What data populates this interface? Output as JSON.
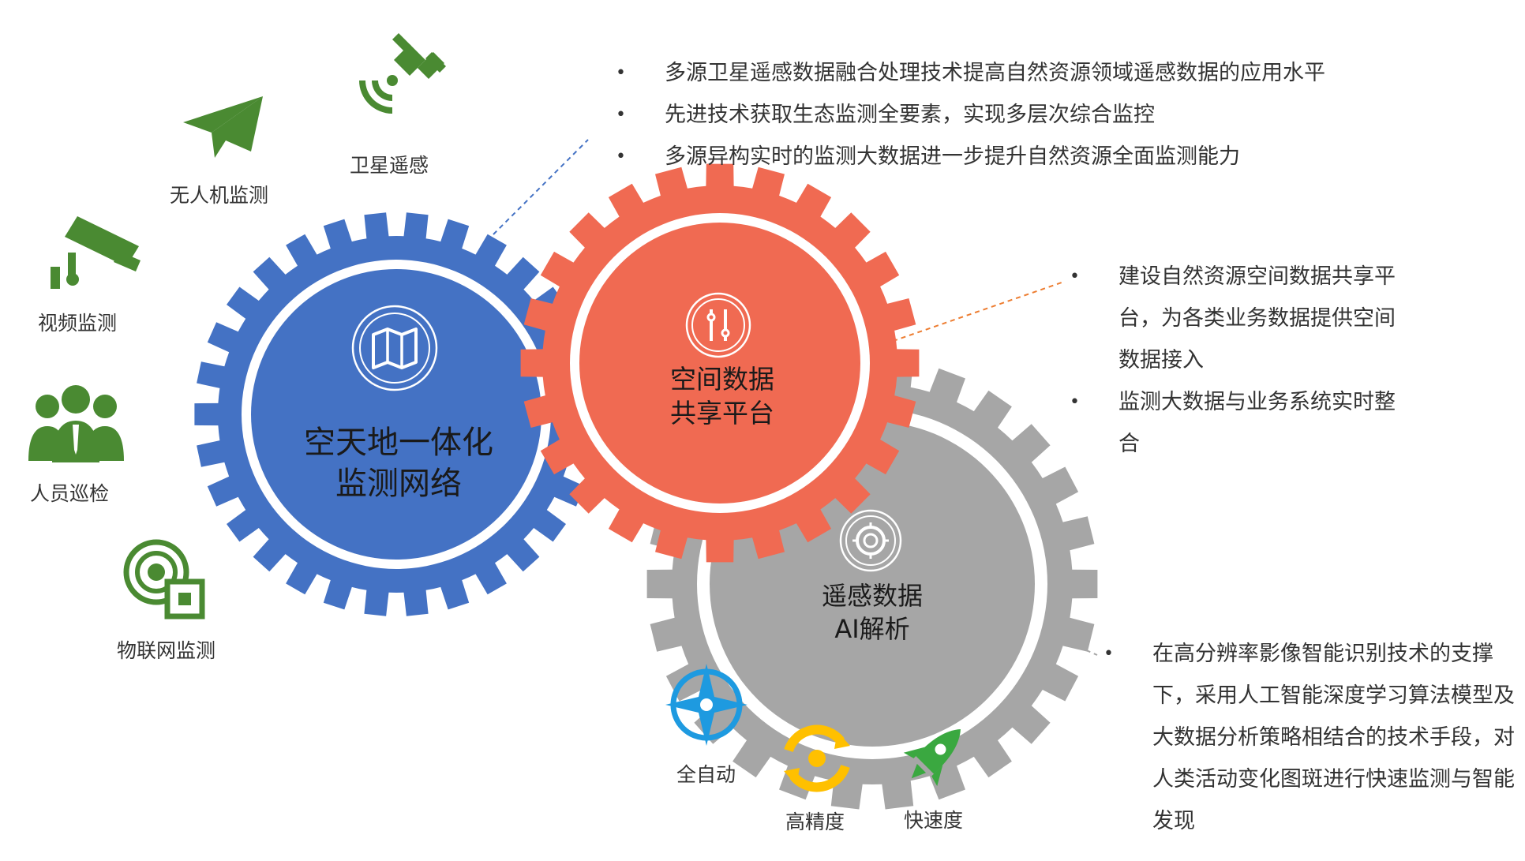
{
  "colors": {
    "green": "#4a8a32",
    "blue_gear": "#4472c4",
    "orange_gear": "#f06a52",
    "gray_gear": "#a6a6a6",
    "text": "#333333",
    "auto_icon": "#1e9ae0",
    "precision_icon": "#ffc000",
    "speed_icon": "#3aa840"
  },
  "sources": [
    {
      "label": "卫星遥感",
      "icon": "satellite-icon"
    },
    {
      "label": "无人机监测",
      "icon": "drone-plane-icon"
    },
    {
      "label": "视频监测",
      "icon": "camera-icon"
    },
    {
      "label": "人员巡检",
      "icon": "people-icon"
    },
    {
      "label": "物联网监测",
      "icon": "iot-sensor-icon"
    }
  ],
  "gears": {
    "main": {
      "line1": "空天地一体化",
      "line2": "监测网络",
      "icon": "map-icon"
    },
    "sharing": {
      "line1": "空间数据",
      "line2": "共享平台",
      "icon": "share-platform-icon"
    },
    "ai": {
      "line1": "遥感数据",
      "line2": "AI解析",
      "icon": "ai-chip-icon"
    }
  },
  "features": [
    {
      "label": "全自动",
      "icon": "compass-icon"
    },
    {
      "label": "高精度",
      "icon": "target-icon"
    },
    {
      "label": "快速度",
      "icon": "rocket-icon"
    }
  ],
  "bullets_top": [
    "多源卫星遥感数据融合处理技术提高自然资源领域遥感数据的应用水平",
    "先进技术获取生态监测全要素，实现多层次综合监控",
    "多源异构实时的监测大数据进一步提升自然资源全面监测能力"
  ],
  "bullets_mid": [
    "建设自然资源空间数据共享平台，为各类业务数据提供空间数据接入",
    "监测大数据与业务系统实时整合"
  ],
  "bullets_bot": [
    "在高分辨率影像智能识别技术的支撑下，采用人工智能深度学习算法模型及大数据分析策略相结合的技术手段，对人类活动变化图斑进行快速监测与智能发现"
  ]
}
